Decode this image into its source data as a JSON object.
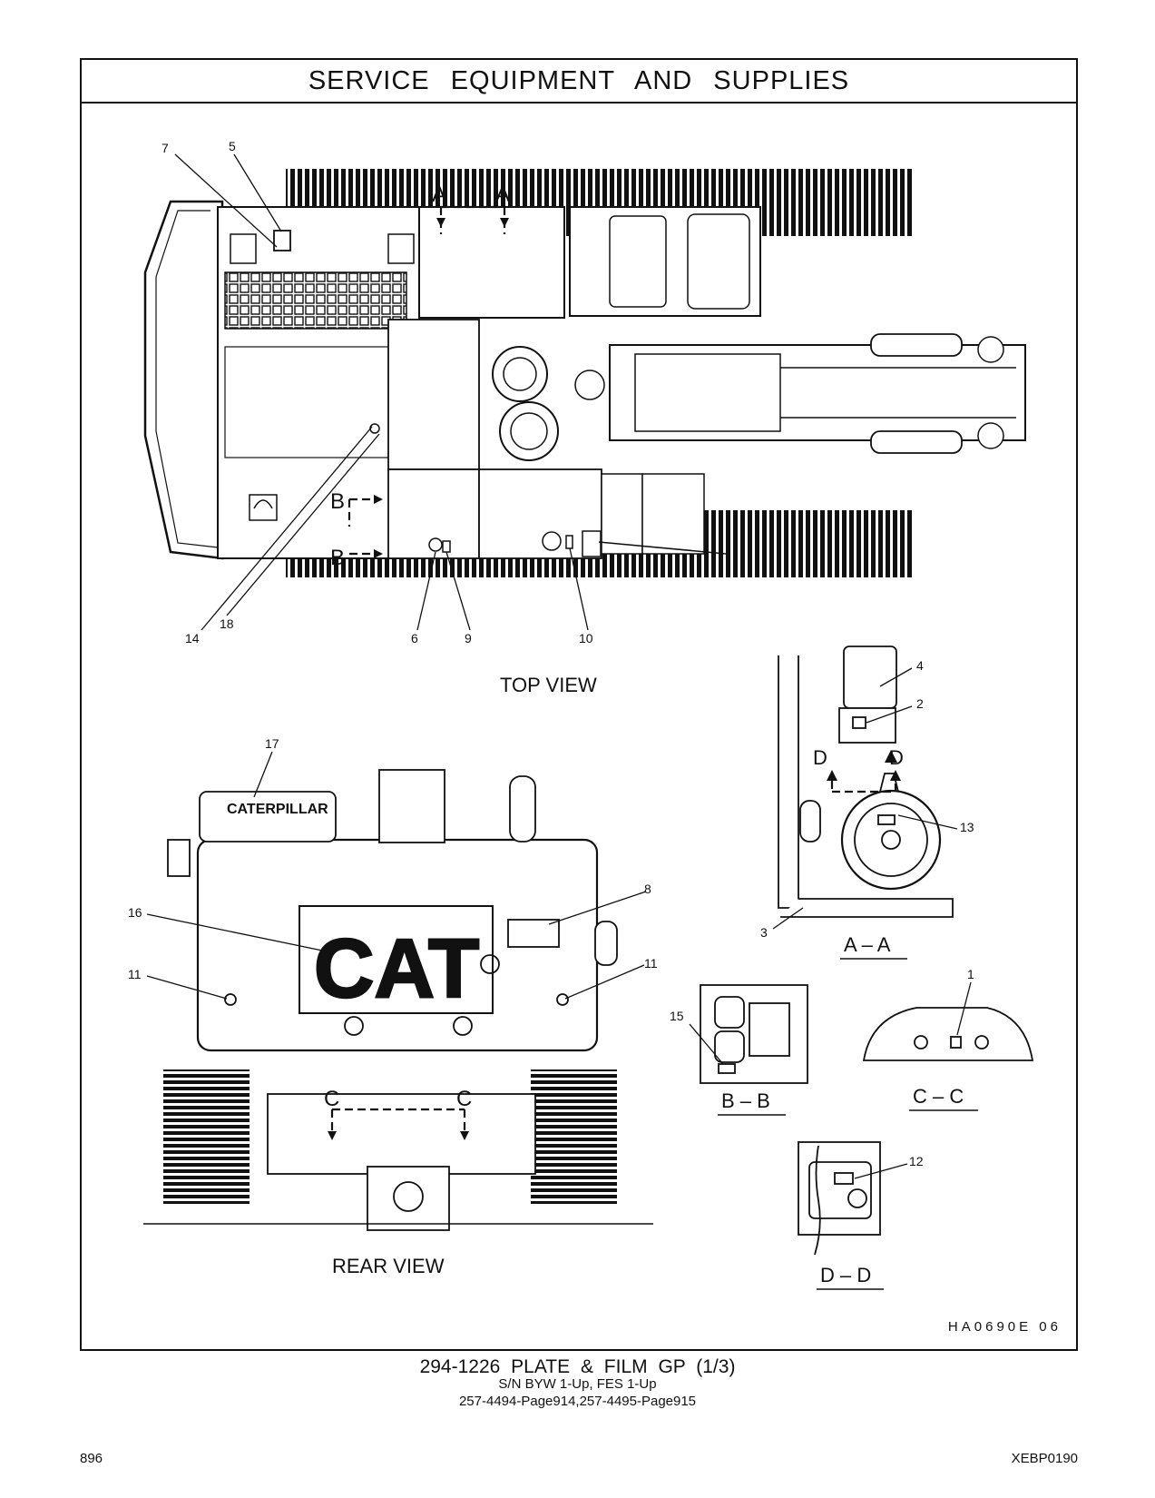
{
  "page_title": "SERVICE EQUIPMENT AND SUPPLIES",
  "views": {
    "top": "TOP VIEW",
    "rear": "REAR VIEW",
    "section_aa": "A – A",
    "section_bb": "B – B",
    "section_cc": "C – C",
    "section_dd": "D – D"
  },
  "section_markers": {
    "a": "A",
    "b": "B",
    "c": "C",
    "d": "D"
  },
  "rear_badge_text": "CATERPILLAR",
  "callouts": [
    "1",
    "2",
    "3",
    "4",
    "5",
    "6",
    "7",
    "8",
    "9",
    "10",
    "11",
    "12",
    "13",
    "14",
    "15",
    "16",
    "17",
    "18"
  ],
  "drawing_id": "HA0690E  06",
  "footer": {
    "title": "294-1226  PLATE & FILM GP (1/3)",
    "serial": "S/N BYW 1-Up, FES 1-Up",
    "pages": "257-4494-Page914,257-4495-Page915"
  },
  "page_number": "896",
  "doc_code": "XEBP0190"
}
